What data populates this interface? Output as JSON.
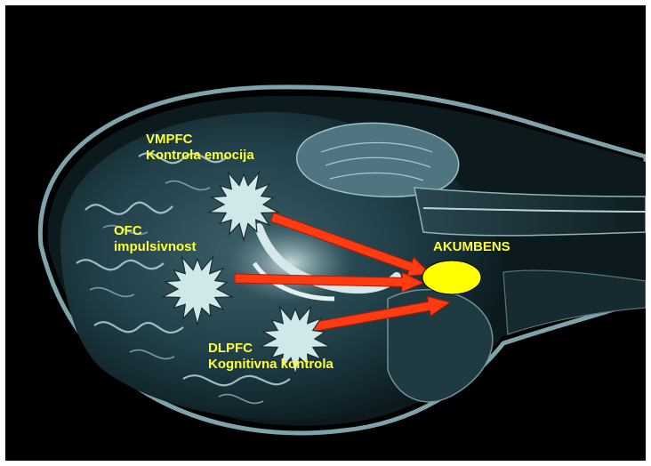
{
  "colors": {
    "background": "#000000",
    "label_text": "#ffff33",
    "arrow": "#ff3b12",
    "node_fill": "#cfe8ea",
    "target_fill": "#ffff00"
  },
  "regions": [
    {
      "id": "vmpfc",
      "abbr": "VMPFC",
      "function": "Kontrola emocija"
    },
    {
      "id": "ofc",
      "abbr": "OFC",
      "function": "impulsivnost"
    },
    {
      "id": "dlpfc",
      "abbr": "DLPFC",
      "function": "Kognitivna kontrola"
    }
  ],
  "target": {
    "label": "AKUMBENS"
  },
  "image": {
    "description_icon": "brain-mri-icon"
  }
}
